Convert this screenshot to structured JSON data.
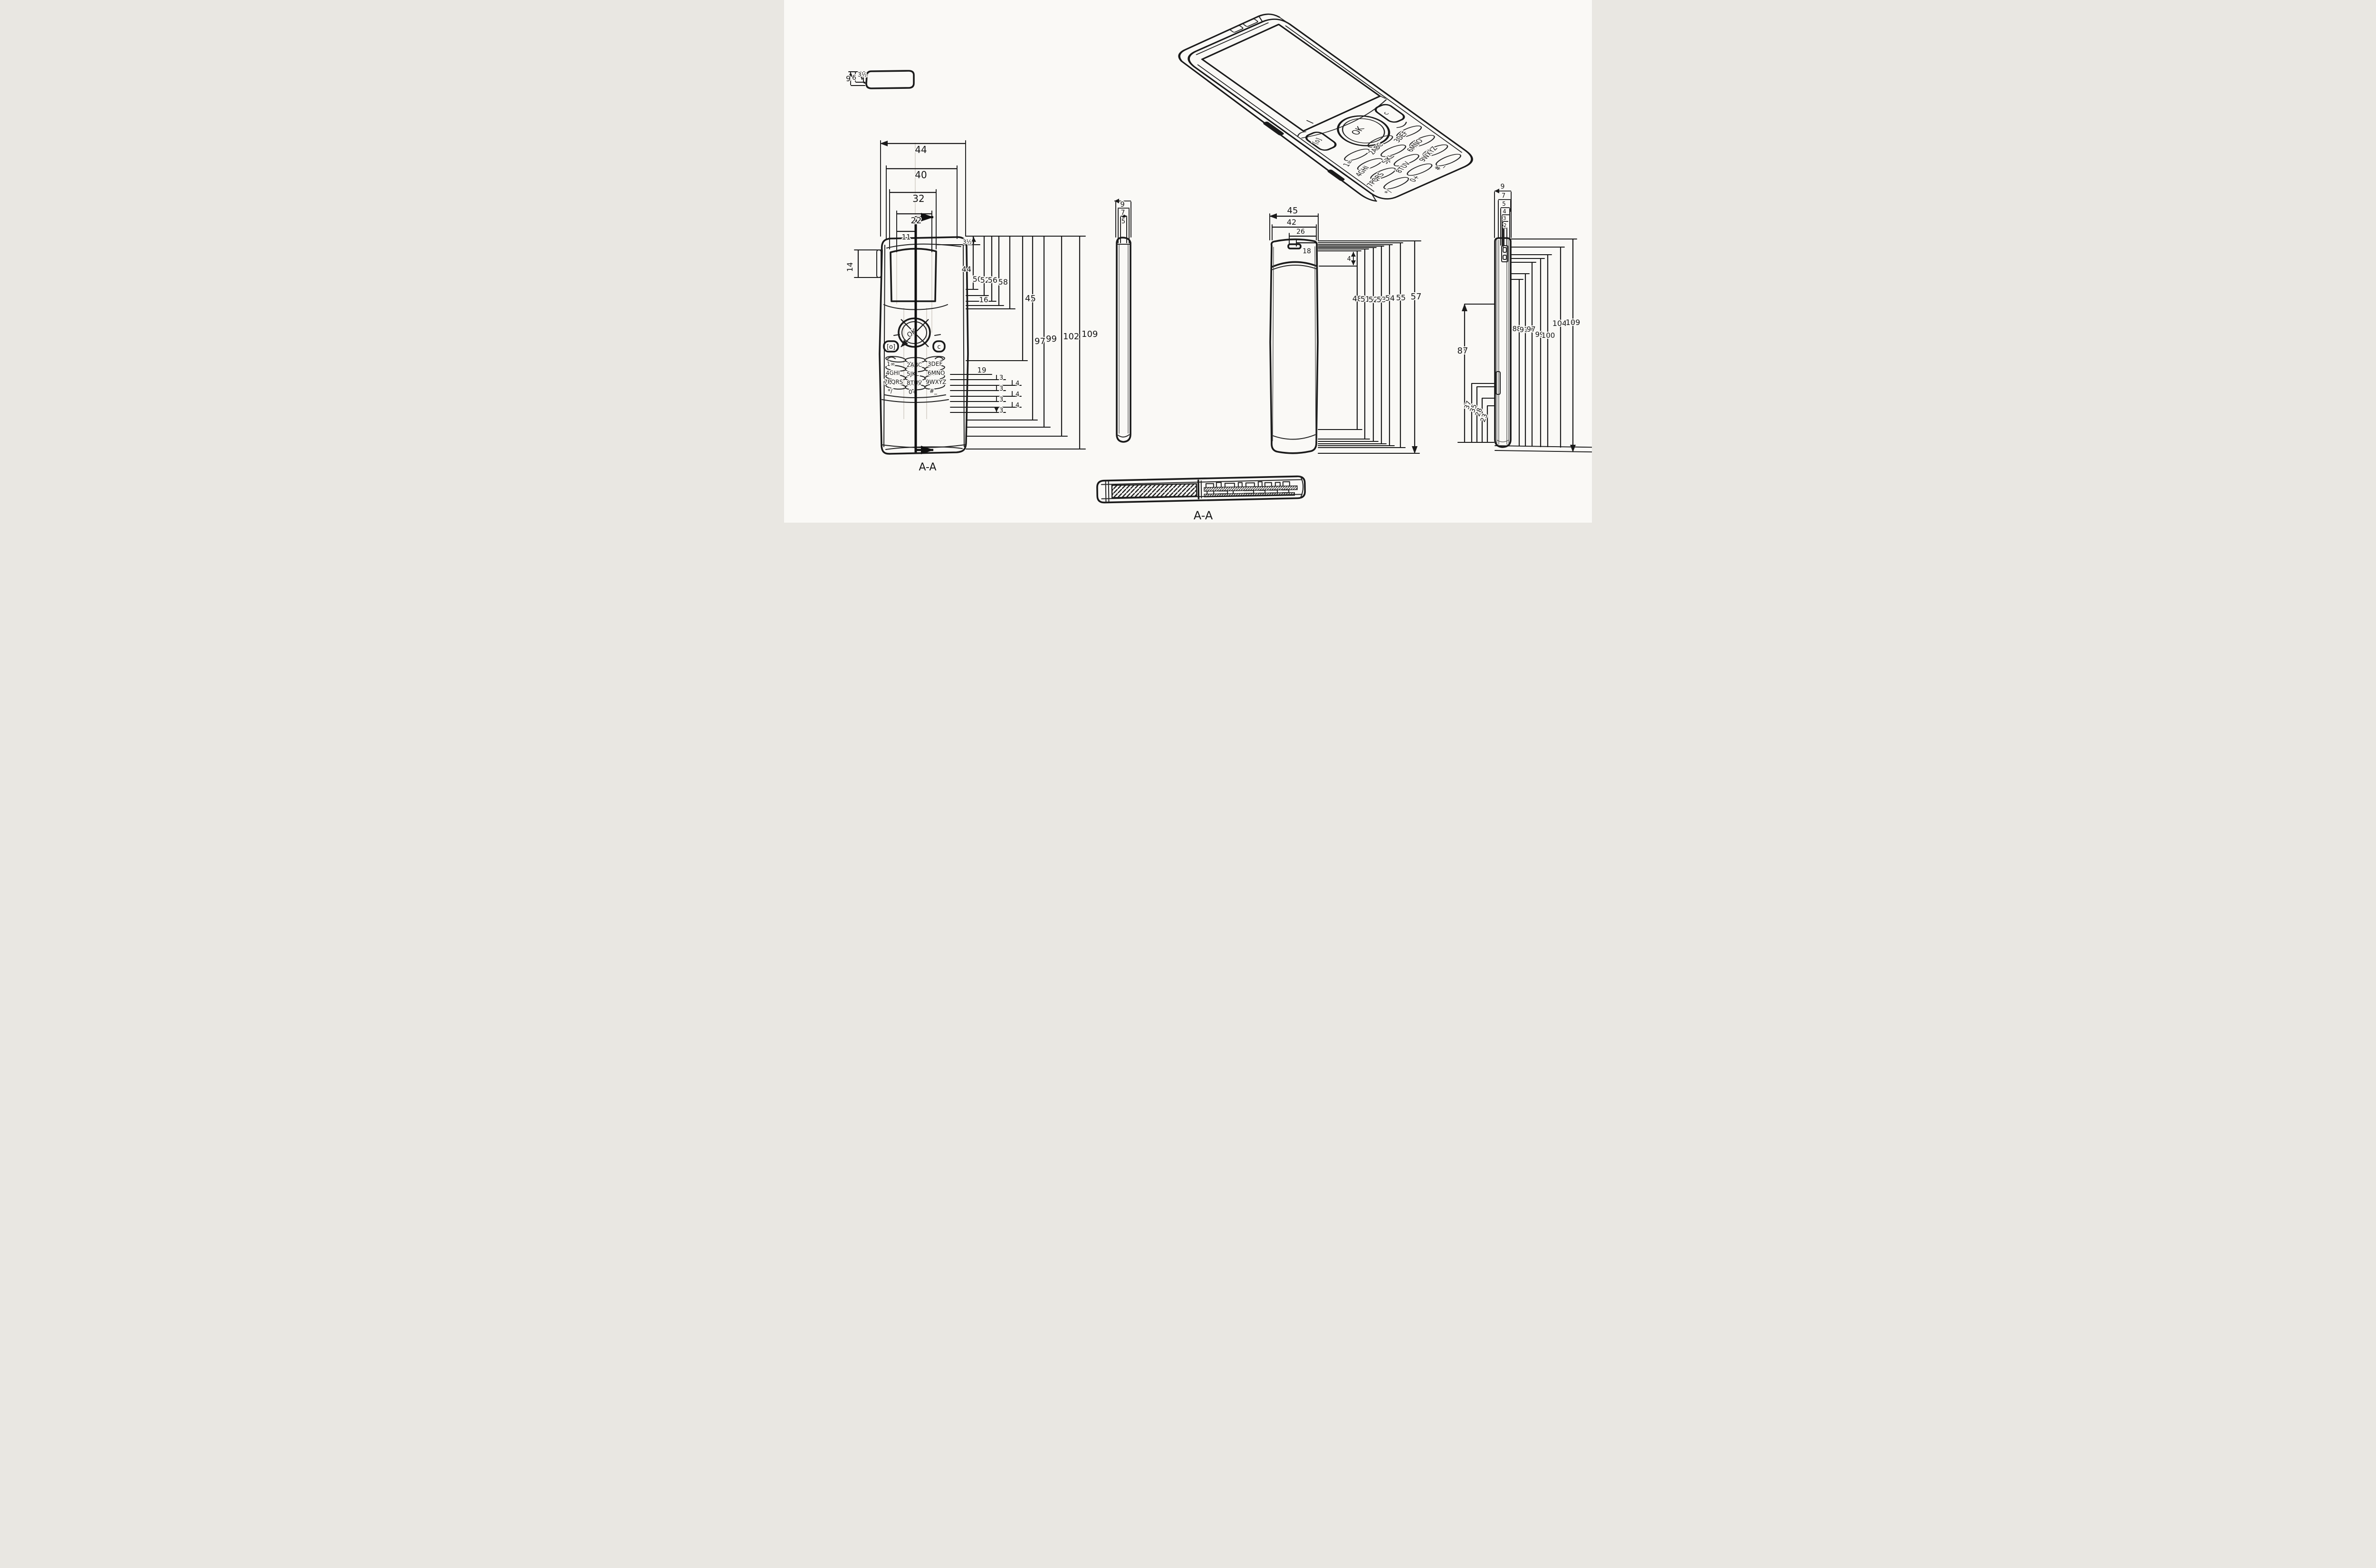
{
  "sheet": {
    "background": "#faf9f6",
    "ink_color": "#1b1b1b",
    "type": "hand-drawn phone engineering sketch"
  },
  "battery_view": {
    "dims": [
      "9",
      "6",
      "3½"
    ]
  },
  "front_view": {
    "width_dims": [
      "44",
      "40",
      "32",
      "22",
      "11"
    ],
    "side_button_dim": "14",
    "screen_top_dim": "3½",
    "upper_right_dims": [
      "44",
      "50",
      "52",
      "56",
      "58"
    ],
    "nav_dim": "16",
    "height_dims": [
      "45",
      "97",
      "99",
      "102",
      "109"
    ],
    "keypad_pitch_dim": "19",
    "keypad_gap_dims": [
      "3",
      "4",
      "3",
      "4",
      "3",
      "4",
      "3"
    ],
    "softkey_left": "[o]",
    "softkey_right": "c",
    "ok_label": "OK",
    "keys": [
      "1∞",
      "2ABC",
      "3DEF",
      "4GHI",
      "5JKL",
      "6MNO",
      "7PQRS",
      "8TUV",
      "9WXYZ",
      "*/",
      "0+",
      "#_"
    ],
    "section_label": "A-A"
  },
  "side_view_center": {
    "width_dims": [
      "9",
      "7",
      "5"
    ]
  },
  "perspective_view": {
    "ok_label": "OK",
    "softkey_left": "[o]",
    "softkey_right": "c",
    "keys": [
      "1∞",
      "2ABC",
      "3DEF",
      "4GHI",
      "5JKL",
      "6MNO",
      "7PQRS",
      "8TUV",
      "9WXYZ",
      "*/",
      "0+",
      "#_"
    ]
  },
  "back_view": {
    "width_dims": [
      "45",
      "42",
      "26",
      "18"
    ],
    "edge_dim": "4",
    "height_dims": [
      "48",
      "51",
      "52",
      "53",
      "54",
      "55",
      "57"
    ]
  },
  "side_view_right": {
    "top_dims": [
      "9",
      "7",
      "5",
      "4",
      "3",
      "2"
    ],
    "left_dims": [
      "87",
      "37",
      "35",
      "28",
      "23"
    ],
    "right_dims": [
      "88",
      "91",
      "97",
      "99",
      "100",
      "104",
      "109"
    ],
    "base_offset_dim": "1"
  },
  "section_view": {
    "label": "A-A"
  }
}
